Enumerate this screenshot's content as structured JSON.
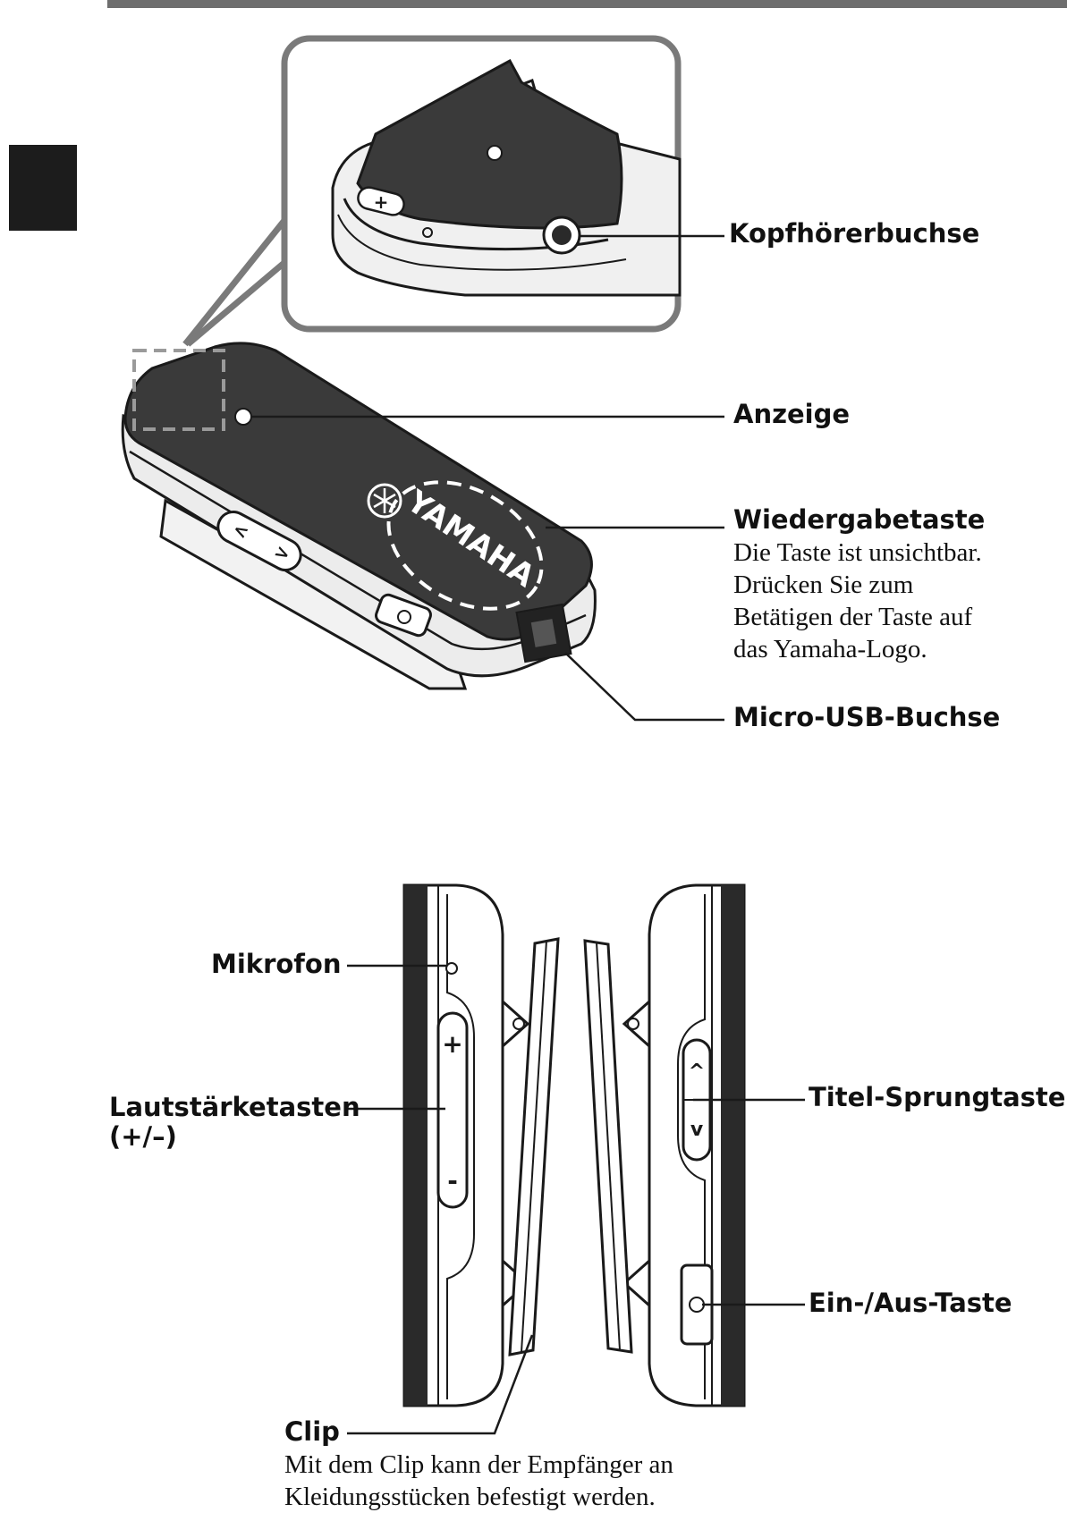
{
  "brand_logo": "YAMAHA",
  "device_keys": {
    "plus": "+",
    "minus": "-",
    "prev": "<",
    "next": ">",
    "up": "^",
    "down": "v"
  },
  "top_view": {
    "labels": {
      "headphone_jack": "Kopfhörerbuchse",
      "indicator": "Anzeige",
      "play_button": "Wiedergabetaste",
      "micro_usb": "Micro-USB-Buchse"
    },
    "play_button_note": [
      "Die Taste ist unsichtbar.",
      "Drücken Sie zum",
      "Betätigen der Taste auf",
      "das Yamaha-Logo."
    ]
  },
  "side_view": {
    "labels": {
      "microphone": "Mikrofon",
      "volume_buttons": [
        "Lautstärketasten",
        "(+/–)"
      ],
      "track_skip": "Titel-Sprungtasten",
      "power_button": "Ein-/Aus-Taste",
      "clip": "Clip"
    },
    "clip_note": [
      "Mit dem Clip kann der Empfänger an",
      "Kleidungsstücken befestigt werden."
    ]
  },
  "colors": {
    "device_body": "#3a3a3a",
    "chrome_trim": "#e9e9e9",
    "outline": "#1a1a1a",
    "frame": "#7a7a7a",
    "side_tab": "#1c1c1c"
  }
}
